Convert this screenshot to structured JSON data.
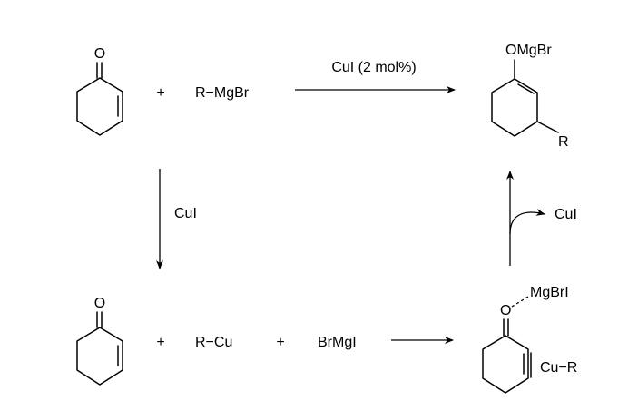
{
  "scheme": {
    "top": {
      "plus": "+",
      "reagent": "R−MgBr",
      "condition": "CuI (2 mol%)",
      "ketone_o": "O",
      "product_otag": "OMgBr",
      "product_r": "R"
    },
    "left": {
      "condition": "CuI"
    },
    "bottom": {
      "ketone_o": "O",
      "plus1": "+",
      "cuprate": "R−Cu",
      "plus2": "+",
      "salt": "BrMgI",
      "complex_o": "O",
      "complex_mg": "MgBrI",
      "complex_cu": "Cu−R"
    },
    "right": {
      "released": "CuI"
    }
  }
}
